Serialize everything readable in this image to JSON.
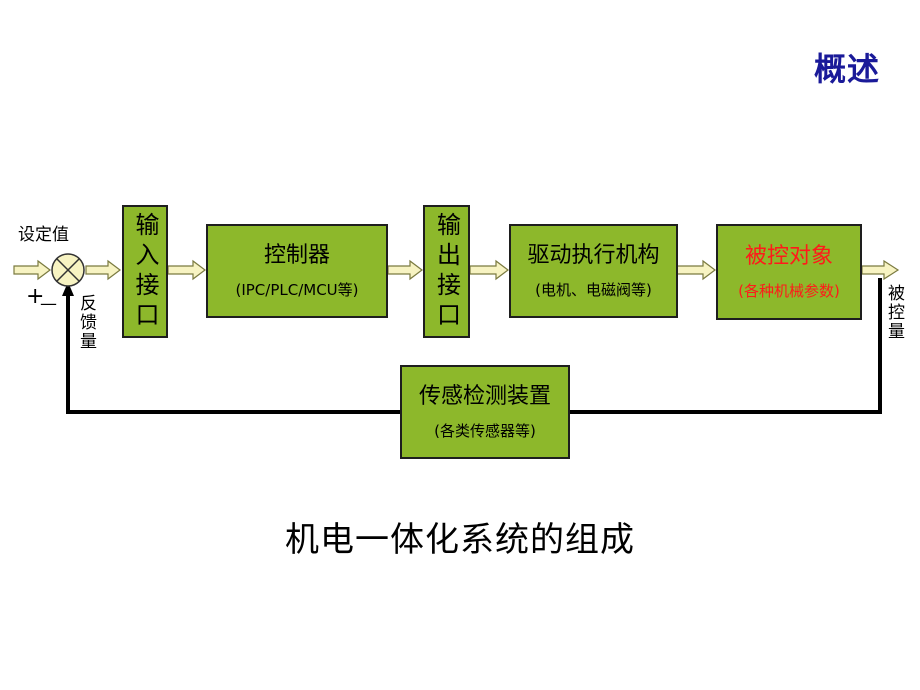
{
  "heading": "概述",
  "caption": "机电一体化系统的组成",
  "labels": {
    "setpoint": "设定值",
    "plus": "+",
    "minus": "—",
    "feedback": "反馈量",
    "controlled_output": "被控量"
  },
  "blocks": {
    "input_interface": {
      "title": "输入接口"
    },
    "controller": {
      "title": "控制器",
      "subtitle": "(IPC/PLC/MCU等)"
    },
    "output_interface": {
      "title": "输出接口"
    },
    "actuator": {
      "title": "驱动执行机构",
      "subtitle": "(电机、电磁阀等)"
    },
    "plant": {
      "title": "被控对象",
      "subtitle": "(各种机械参数)"
    },
    "sensor": {
      "title": "传感检测装置",
      "subtitle": "(各类传感器等)"
    }
  },
  "colors": {
    "heading": "#1a1a99",
    "block_fill": "#8db82b",
    "block_border": "#1e1e1e",
    "plant_text": "#ff1a1a",
    "arrow_fill": "#f7f3c2",
    "arrow_stroke": "#7a7a40"
  }
}
